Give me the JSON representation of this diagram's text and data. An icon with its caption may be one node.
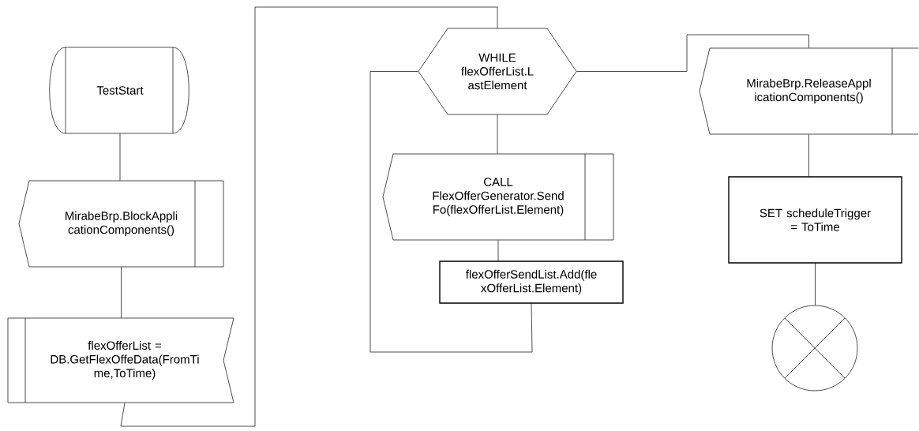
{
  "diagram": {
    "nodes": [
      {
        "text": [
          "TestStart"
        ]
      },
      {
        "text": [
          "MirabeBrp.BlockAppli cationComponents()"
        ]
      },
      {
        "text": [
          "flexOfferList = DB.GetFlexOffeData(FromTi me,ToTime)"
        ]
      },
      {
        "text": [
          "WHILE flexOfferList.L astElement"
        ]
      },
      {
        "text": [
          "CALL FlexOfferGenerator.Send Fo(flexOfferList.Element)"
        ]
      },
      {
        "text": [
          "flexOfferSendList.Add(fle xOfferList.Element)"
        ]
      },
      {
        "text": [
          "MirabeBrp.ReleaseAppl icationComponents()"
        ]
      },
      {
        "text": [
          "SET scheduleTrigger = ToTime"
        ]
      },
      {
        "text": [],
        "shape": "circle"
      }
    ],
    "edges": [
      {
        "from": 0,
        "to": 1,
        "arrow": "none"
      },
      {
        "from": 1,
        "to": 2,
        "arrow": "none"
      },
      {
        "from": 2,
        "to": 3,
        "arrow": "none"
      },
      {
        "from": 3,
        "to": 4,
        "arrow": "none"
      },
      {
        "from": 4,
        "to": 5,
        "arrow": "none"
      },
      {
        "from": 5,
        "to": 3,
        "arrow": "none"
      },
      {
        "from": 3,
        "to": 6,
        "arrow": "none"
      },
      {
        "from": 6,
        "to": 7,
        "arrow": "none"
      },
      {
        "from": 7,
        "to": 8,
        "arrow": "none"
      }
    ]
  }
}
